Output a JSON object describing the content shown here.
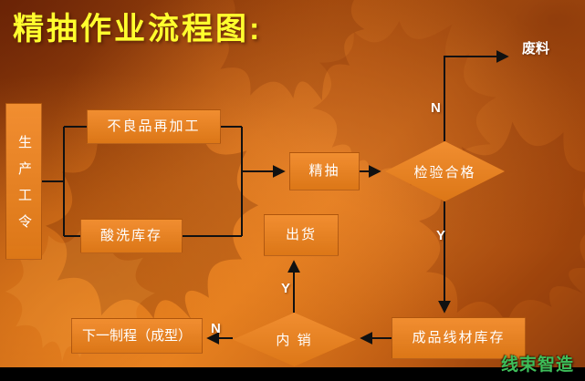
{
  "title": "精抽作业流程图:",
  "nodes": {
    "production_order": "生产工令",
    "rework": "不良品再加工",
    "pickling_stock": "酸洗库存",
    "fine_drawing": "精抽",
    "inspection": "检验合格",
    "shipping": "出货",
    "finished_stock": "成品线材库存",
    "domestic_sale": "内 销",
    "next_process": "下一制程（成型）"
  },
  "labels": {
    "waste": "废料",
    "inspection_fail": "N",
    "inspection_pass": "Y",
    "domestic_yes": "Y",
    "domestic_no": "N"
  },
  "watermark": "线束智造",
  "colors": {
    "node_fill": "#EF8119",
    "title_text": "#FFFF2E",
    "node_text": "#FFFFFF",
    "connector": "#111111",
    "watermark_text": "#3DBE5A"
  }
}
